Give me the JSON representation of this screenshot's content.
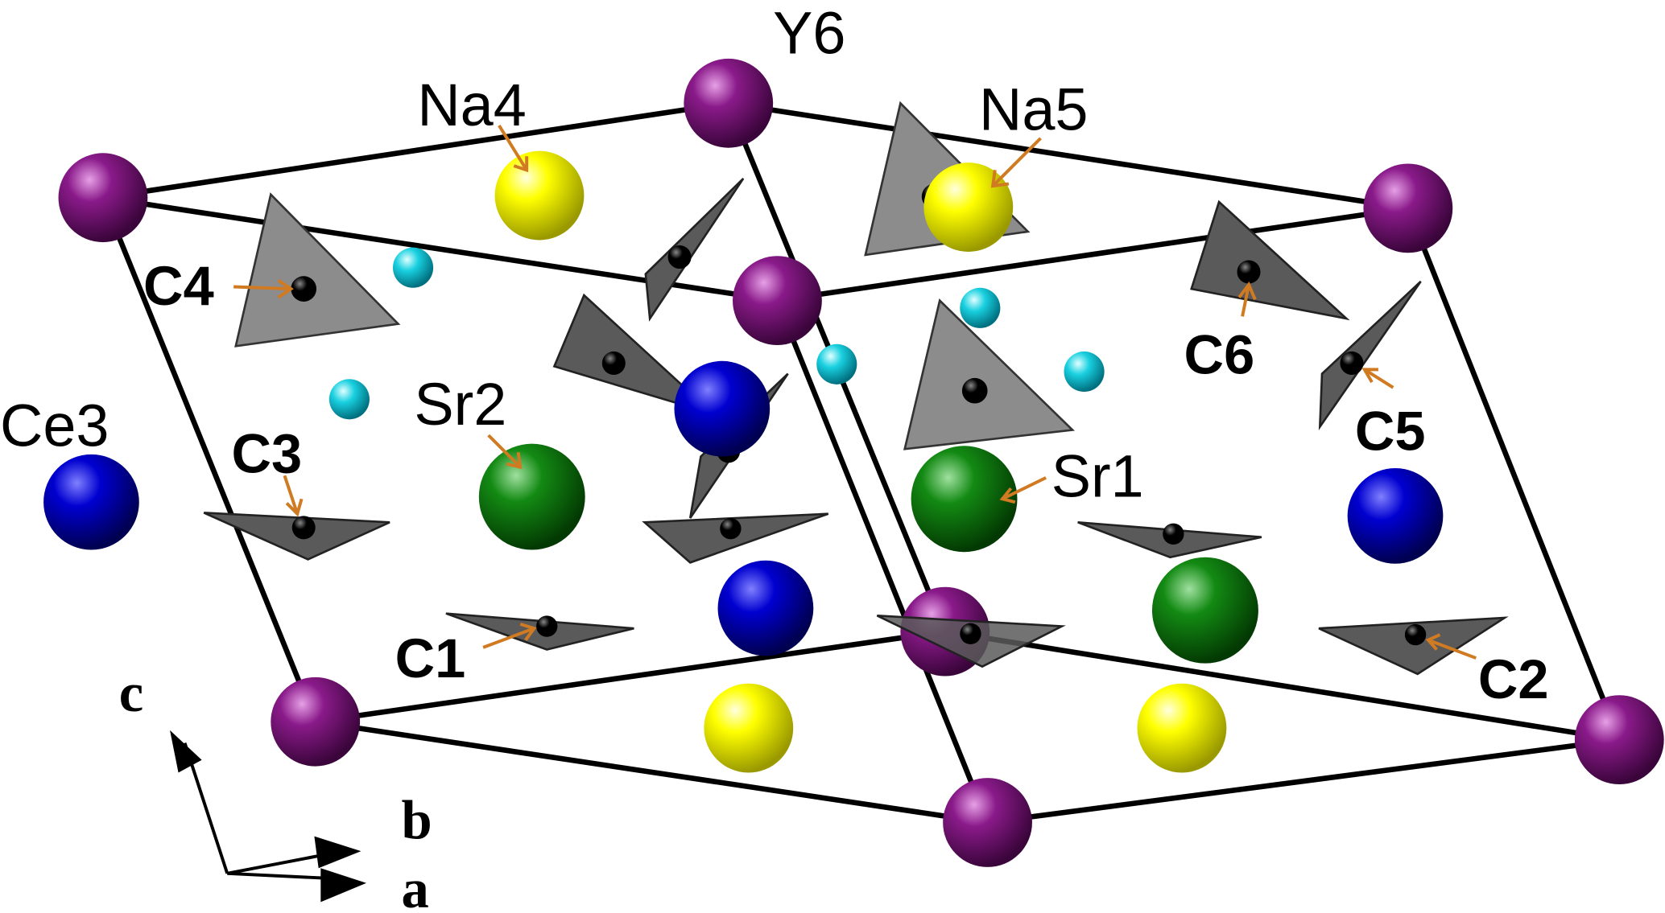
{
  "title": "Crystal structure unit cell",
  "labels": {
    "y6": "Y6",
    "na4": "Na4",
    "na5": "Na5",
    "ce3": "Ce3",
    "sr2": "Sr2",
    "sr1": "Sr1",
    "c1": "C1",
    "c2": "C2",
    "c3": "C3",
    "c4": "C4",
    "c5": "C5",
    "c6": "C6"
  },
  "axes": {
    "c": "c",
    "b": "b",
    "a": "a"
  },
  "colors": {
    "Y": "#8a1a8a",
    "Na": "#ffff00",
    "Ce": "#0000d0",
    "Sr": "#138a13",
    "O": "#19d0e0",
    "C": "#000000",
    "arrow": "#d07a22"
  }
}
